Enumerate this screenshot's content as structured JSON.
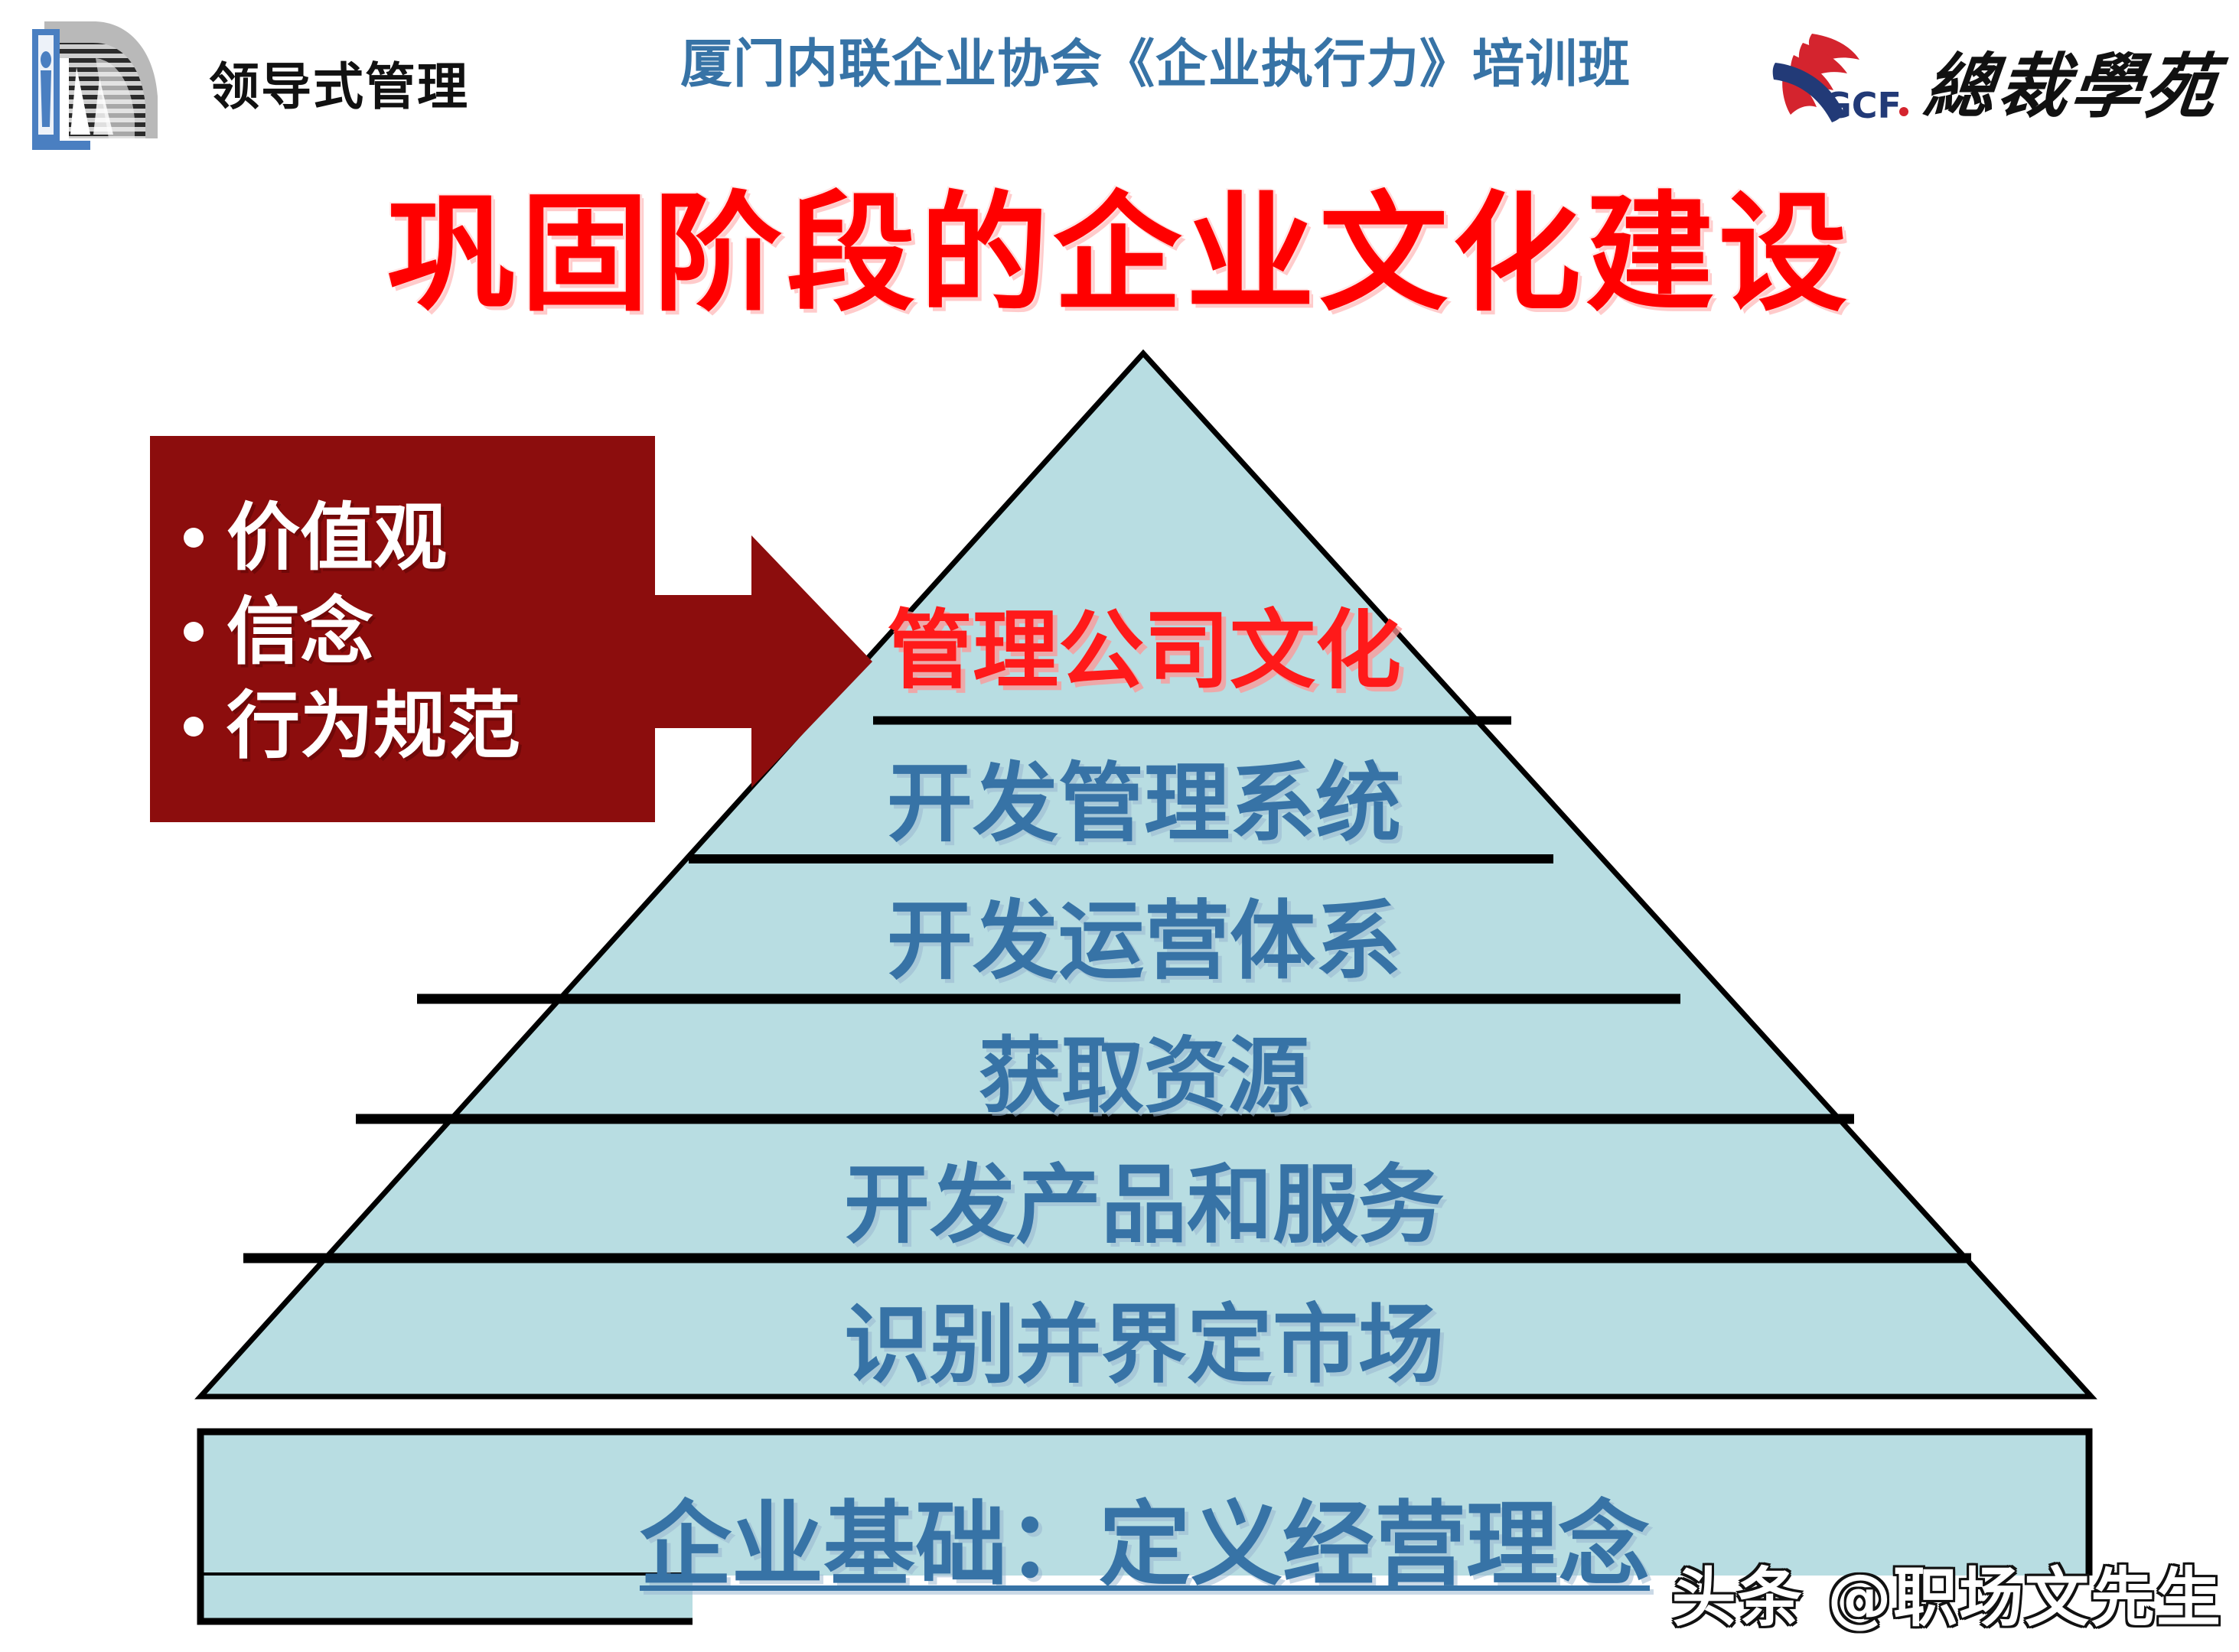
{
  "header": {
    "left_logo": {
      "icon": "building-logo-icon",
      "brand_text": "领导式管理"
    },
    "center_title": "厦门内联企业协会《企业执行力》培训班",
    "right_logo": {
      "icon": "gcf-swoosh-icon",
      "abbr": "GCF",
      "brand_text": "總裁學苑"
    }
  },
  "slide": {
    "title": "巩固阶段的企业文化建设"
  },
  "callout": {
    "background_color": "#8C0D0D",
    "items": [
      {
        "bullet": "•",
        "label": "价值观"
      },
      {
        "bullet": "•",
        "label": "信念"
      },
      {
        "bullet": "•",
        "label": "行为规范"
      }
    ]
  },
  "arrow": {
    "icon": "right-arrow-icon",
    "color": "#8C0D0D"
  },
  "pyramid": {
    "fill_color": "#B8DDE2",
    "stroke_color": "#000000",
    "text_color": "#3773A6",
    "highlight_color": "#FF1A1A",
    "layers": [
      {
        "label": "管理公司文化",
        "highlight": true
      },
      {
        "label": "开发管理系统",
        "highlight": false
      },
      {
        "label": "开发运营体系",
        "highlight": false
      },
      {
        "label": "获取资源",
        "highlight": false
      },
      {
        "label": "开发产品和服务",
        "highlight": false
      },
      {
        "label": "识别并界定市场",
        "highlight": false
      }
    ],
    "foundation": "企业基础：定义经营理念"
  },
  "watermark": "头条 @职场文先生"
}
